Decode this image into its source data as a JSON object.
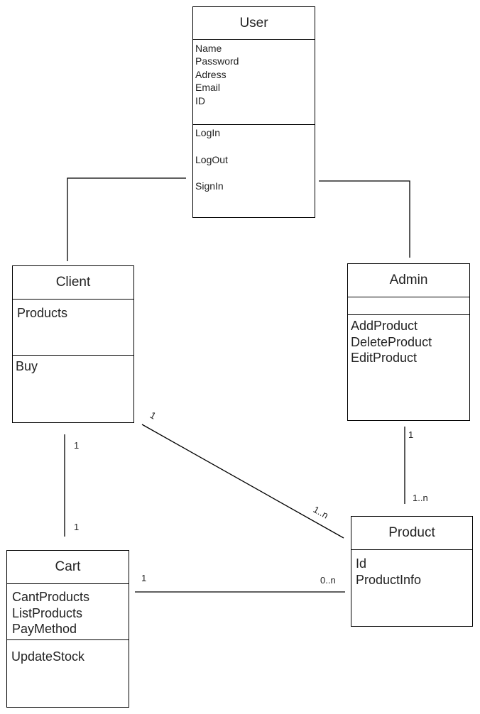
{
  "classes": {
    "user": {
      "name": "User",
      "attributes": [
        "Name",
        "Password",
        "Adress",
        "Email",
        "ID"
      ],
      "methods": [
        "LogIn",
        "LogOut",
        "SignIn"
      ]
    },
    "client": {
      "name": "Client",
      "attributes": [
        "Products"
      ],
      "methods": [
        "Buy"
      ]
    },
    "admin": {
      "name": "Admin",
      "attributes": [],
      "methods": [
        "AddProduct",
        "DeleteProduct",
        "EditProduct"
      ]
    },
    "cart": {
      "name": "Cart",
      "attributes": [
        "CantProducts",
        "ListProducts",
        "PayMethod"
      ],
      "methods": [
        "UpdateStock"
      ]
    },
    "product": {
      "name": "Product",
      "attributes": [
        "Id",
        "ProductInfo"
      ],
      "methods": []
    }
  },
  "associations": {
    "client_cart": {
      "client_end": "1",
      "cart_end": "1"
    },
    "client_product": {
      "client_end": "1",
      "product_end": "1..n"
    },
    "admin_product": {
      "admin_end": "1",
      "product_end": "1..n"
    },
    "cart_product": {
      "cart_end": "1",
      "product_end": "0..n"
    }
  }
}
